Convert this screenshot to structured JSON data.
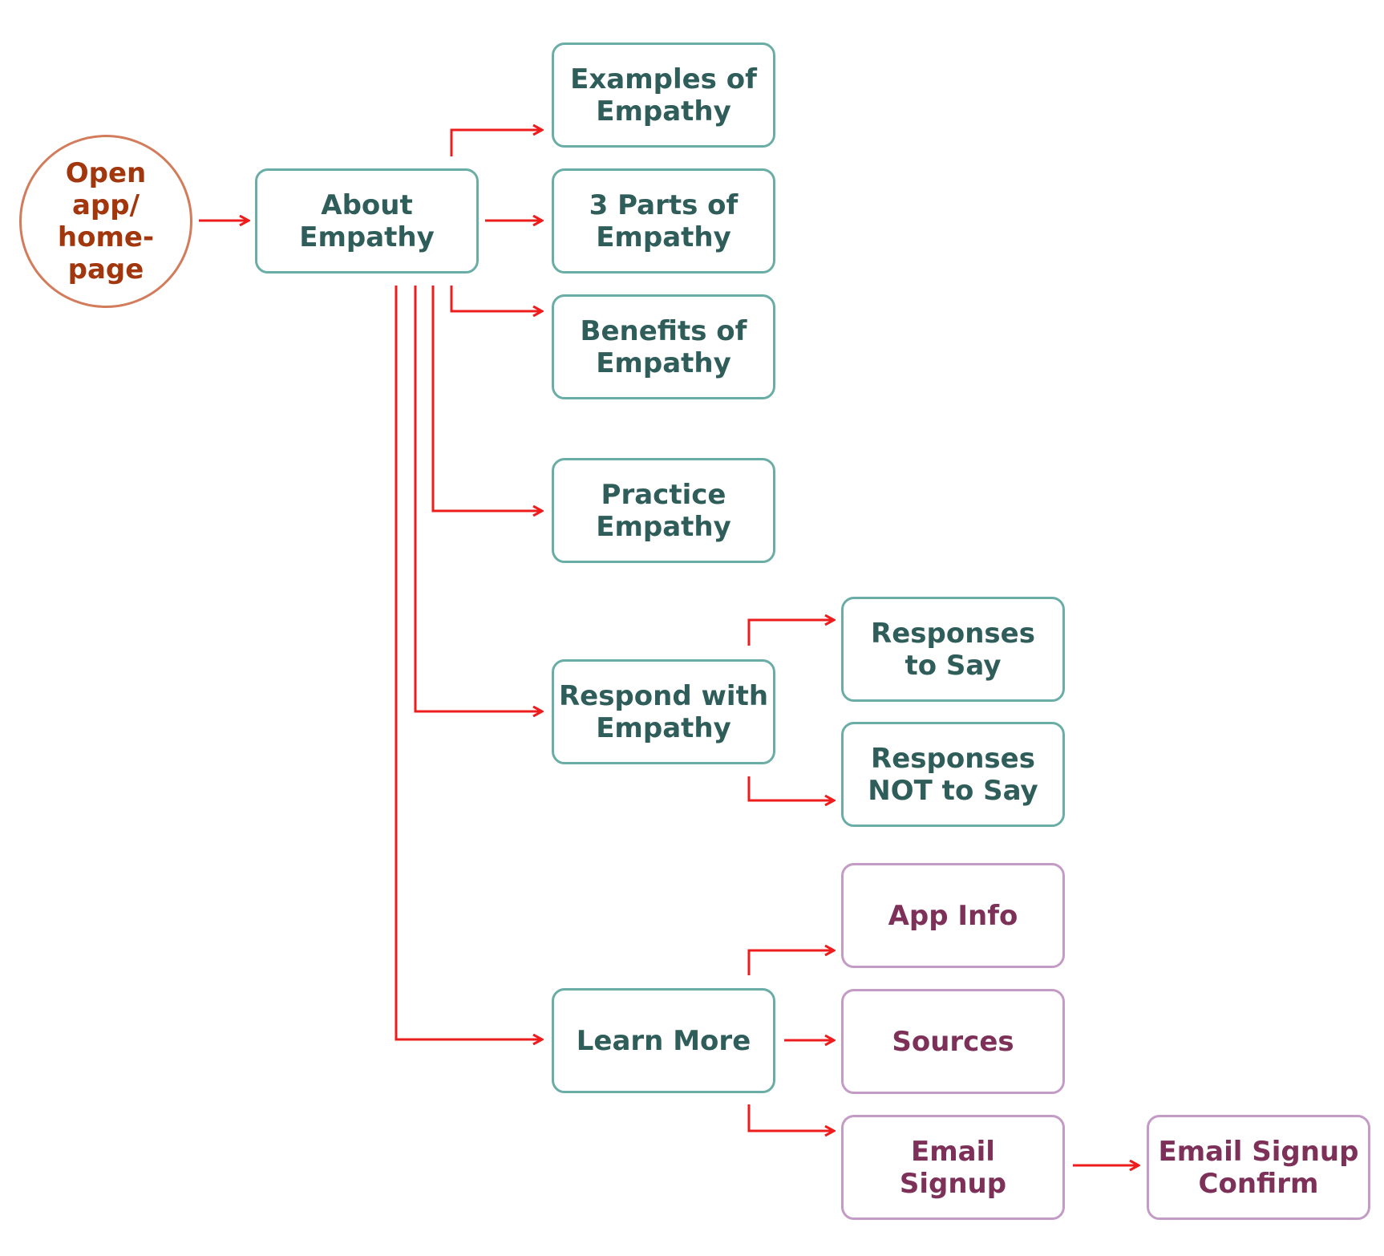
{
  "colors": {
    "arrow": "#ee1c1c",
    "teal_border": "#6aada6",
    "teal_text": "#2f5d59",
    "purple_border": "#c39bc6",
    "purple_text": "#7e3158",
    "start_border": "#d27c5c",
    "start_text": "#a2360d"
  },
  "nodes": {
    "start": "Open\napp/\nhome-\npage",
    "about": "About\nEmpathy",
    "examples": "Examples of\nEmpathy",
    "three_parts": "3 Parts of\nEmpathy",
    "benefits": "Benefits of\nEmpathy",
    "practice": "Practice\nEmpathy",
    "respond": "Respond with\nEmpathy",
    "responses_to_say": "Responses\nto Say",
    "responses_not_to_say": "Responses\nNOT to Say",
    "learn_more": "Learn More",
    "app_info": "App Info",
    "sources": "Sources",
    "email_signup": "Email\nSignup",
    "email_signup_confirm": "Email Signup\nConfirm"
  }
}
